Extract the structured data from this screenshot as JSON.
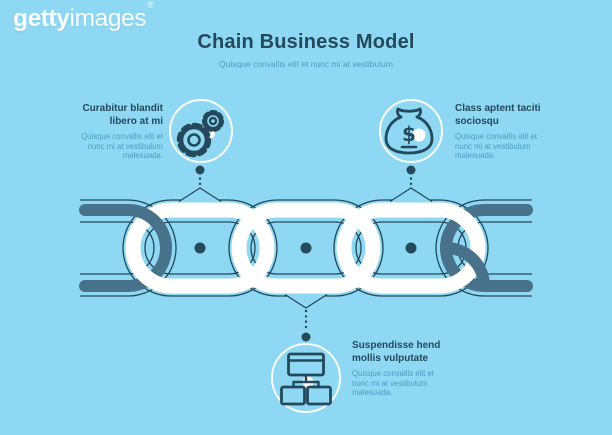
{
  "watermark": {
    "brand_bold": "getty",
    "brand_regular": "images",
    "registered_mark": "®"
  },
  "header": {
    "title": "Chain Business Model",
    "subtitle": "Quisque convallis elit et nunc mi at vestibulum"
  },
  "features": {
    "left": {
      "heading_line1": "Curabitur blandit",
      "heading_line2": "libero at mi",
      "body_line1": "Quisque convallis elit et",
      "body_line2": "nunc mi at vestibulum",
      "body_line3": "malesuada.",
      "icon": "gears-icon"
    },
    "right": {
      "heading_line1": "Class aptent taciti",
      "heading_line2": "sociosqu",
      "body_line1": "Quisque convallis elit et",
      "body_line2": "nunc mi at vestibulum",
      "body_line3": "malesuada.",
      "icon": "money-bag-icon"
    },
    "bottom": {
      "heading_line1": "Suspendisse hend",
      "heading_line2": "mollis vulputate",
      "body_line1": "Quisque convallis elit et",
      "body_line2": "nunc mi at vestibulum",
      "body_line3": "malesuada.",
      "icon": "org-chart-icon"
    }
  },
  "icons": {
    "dollar_sign": "$"
  },
  "colors": {
    "background": "#8ED8F3",
    "navy": "#24495B",
    "teal": "#477289",
    "body_text": "#4C9DC5",
    "white": "#FFFFFF"
  }
}
